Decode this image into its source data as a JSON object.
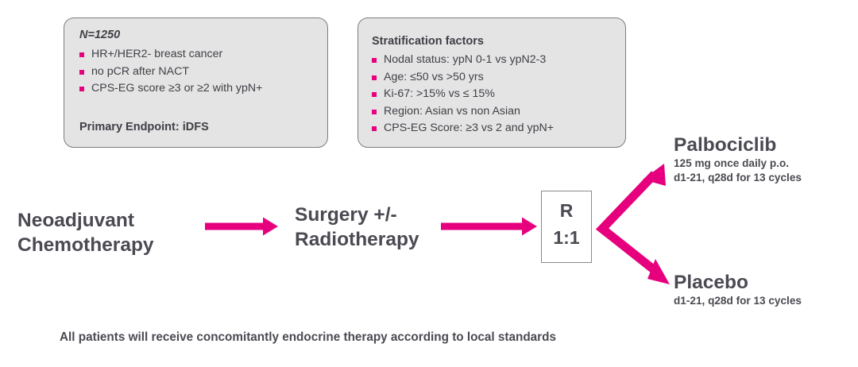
{
  "eligibility_box": {
    "title": "N=1250",
    "criteria": [
      "HR+/HER2- breast cancer",
      "no pCR after NACT",
      "CPS-EG score ≥3 or ≥2 with ypN+"
    ],
    "endpoint": "Primary Endpoint: iDFS"
  },
  "stratification_box": {
    "title": "Stratification factors",
    "factors": [
      "Nodal status: ypN 0-1 vs ypN2-3",
      "Age: ≤50 vs >50 yrs",
      "Ki-67: >15% vs ≤ 15%",
      "Region: Asian vs non Asian",
      "CPS-EG Score: ≥3 vs 2 and ypN+"
    ]
  },
  "flow": {
    "stage_1_line_1": "Neoadjuvant",
    "stage_1_line_2": "Chemotherapy",
    "stage_2_line_1": "Surgery +/-",
    "stage_2_line_2": "Radiotherapy",
    "randomization_letter": "R",
    "randomization_ratio": "1:1"
  },
  "arms": {
    "treatment": {
      "name": "Palbociclib",
      "dose": "125 mg once daily p.o.",
      "schedule": "d1-21, q28d for 13 cycles"
    },
    "control": {
      "name": "Placebo",
      "schedule": "d1-21, q28d for 13 cycles"
    }
  },
  "footer": {
    "note": "All patients will receive concomitantly endocrine therapy according to local standards"
  },
  "colors": {
    "accent_magenta": "#e6007e",
    "box_fill": "#e4e4e4",
    "box_border": "#7d7d7d",
    "text_dark": "#4a4a52"
  }
}
